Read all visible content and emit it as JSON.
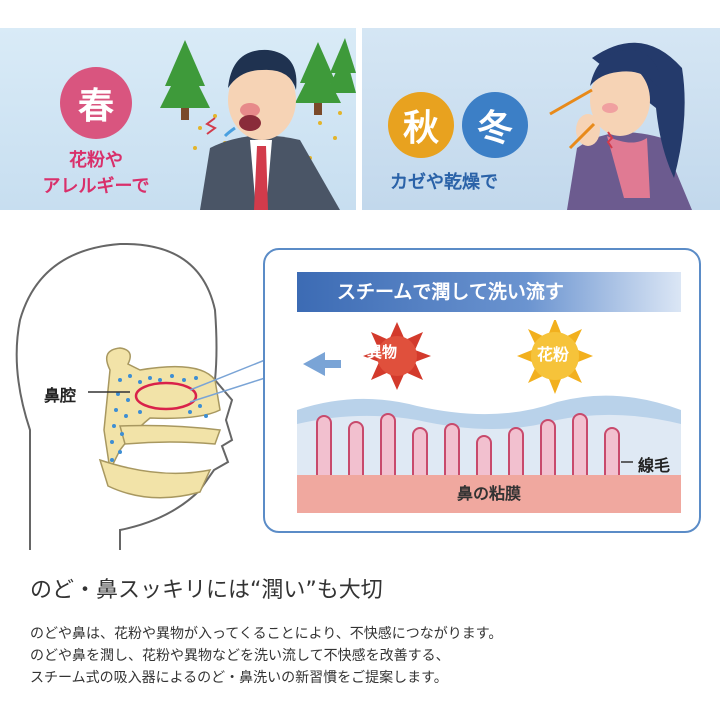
{
  "spring": {
    "season_label": "春",
    "caption_line1": "花粉や",
    "caption_line2": "アレルギーで",
    "color": "#d9557f"
  },
  "autumn_winter": {
    "autumn_label": "秋",
    "winter_label": "冬",
    "caption": "カゼや乾燥で",
    "autumn_color": "#e8a21f",
    "winter_color": "#3c7fc6"
  },
  "diagram": {
    "nasal_cavity_label": "鼻腔",
    "banner": "スチームで潤して洗い流す",
    "foreign_matter_label": "異物",
    "pollen_label": "花粉",
    "cilia_label": "線毛",
    "mucosa_label": "鼻の粘膜"
  },
  "content": {
    "heading": "のど・鼻スッキリには“潤い”も大切",
    "paragraph_line1": "のどや鼻は、花粉や異物が入ってくることにより、不快感につながります。",
    "paragraph_line2": "のどや鼻を潤し、花粉や異物などを洗い流して不快感を改善する、",
    "paragraph_line3": "スチーム式の吸入器によるのど・鼻洗いの新習慣をご提案します。"
  }
}
